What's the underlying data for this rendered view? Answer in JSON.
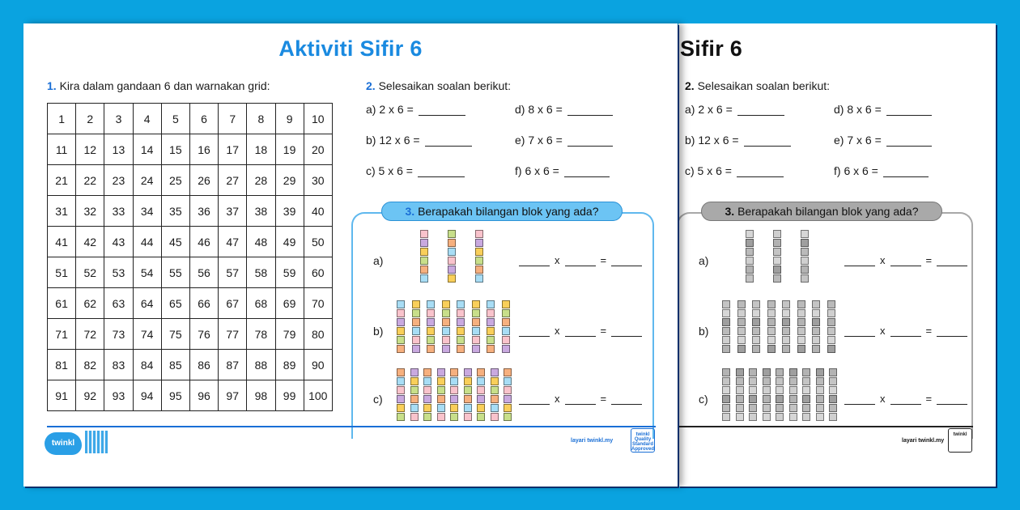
{
  "colors": {
    "background": "#0aa3e0",
    "title_blue": "#1a8ae0",
    "accent_blue": "#1a6fd6",
    "pill_blue": "#6cc4f4"
  },
  "front": {
    "title": "Aktiviti Sifir 6",
    "q1": {
      "num": "1.",
      "text": "Kira dalam gandaan 6 dan warnakan grid:"
    },
    "grid": [
      [
        "1",
        "2",
        "3",
        "4",
        "5",
        "6",
        "7",
        "8",
        "9",
        "10"
      ],
      [
        "11",
        "12",
        "13",
        "14",
        "15",
        "16",
        "17",
        "18",
        "19",
        "20"
      ],
      [
        "21",
        "22",
        "23",
        "24",
        "25",
        "26",
        "27",
        "28",
        "29",
        "30"
      ],
      [
        "31",
        "32",
        "33",
        "34",
        "35",
        "36",
        "37",
        "38",
        "39",
        "40"
      ],
      [
        "41",
        "42",
        "43",
        "44",
        "45",
        "46",
        "47",
        "48",
        "49",
        "50"
      ],
      [
        "51",
        "52",
        "53",
        "54",
        "55",
        "56",
        "57",
        "58",
        "59",
        "60"
      ],
      [
        "61",
        "62",
        "63",
        "64",
        "65",
        "66",
        "67",
        "68",
        "69",
        "70"
      ],
      [
        "71",
        "72",
        "73",
        "74",
        "75",
        "76",
        "77",
        "78",
        "79",
        "80"
      ],
      [
        "81",
        "82",
        "83",
        "84",
        "85",
        "86",
        "87",
        "88",
        "89",
        "90"
      ],
      [
        "91",
        "92",
        "93",
        "94",
        "95",
        "96",
        "97",
        "98",
        "99",
        "100"
      ]
    ],
    "q2": {
      "num": "2.",
      "text": "Selesaikan soalan berikut:"
    },
    "sums": [
      "a) 2 x 6 =",
      "d) 8 x 6 =",
      "b) 12 x 6 =",
      "e) 7 x 6 =",
      "c) 5 x 6 =",
      "f) 6 x 6 ="
    ],
    "q3": {
      "num": "3.",
      "text": "Berapakah bilangan blok yang ada?"
    },
    "block_rows": [
      {
        "label": "a)",
        "columns": 3,
        "cubes_per_column": 6
      },
      {
        "label": "b)",
        "columns": 8,
        "cubes_per_column": 6
      },
      {
        "label": "c)",
        "columns": 9,
        "cubes_per_column": 6
      }
    ],
    "answer_ops": {
      "times": "x",
      "equals": "="
    },
    "footer": {
      "logo": "twinkl",
      "site": "layari twinkl.my",
      "badge": "twinkl Quality Standard Approved"
    }
  },
  "back": {
    "title": "Sifir 6",
    "q2": {
      "num": "2.",
      "text": "Selesaikan soalan berikut:"
    },
    "sums": [
      "a) 2 x 6 =",
      "d) 8 x 6 =",
      "b) 12 x 6 =",
      "e) 7 x 6 =",
      "c) 5 x 6 =",
      "f) 6 x 6 ="
    ],
    "q3": {
      "num": "3.",
      "text": "Berapakah bilangan blok yang ada?"
    },
    "block_labels": [
      "a)",
      "b)",
      "c)"
    ],
    "footer": {
      "site": "layari twinkl.my",
      "badge": "twinkl"
    }
  }
}
